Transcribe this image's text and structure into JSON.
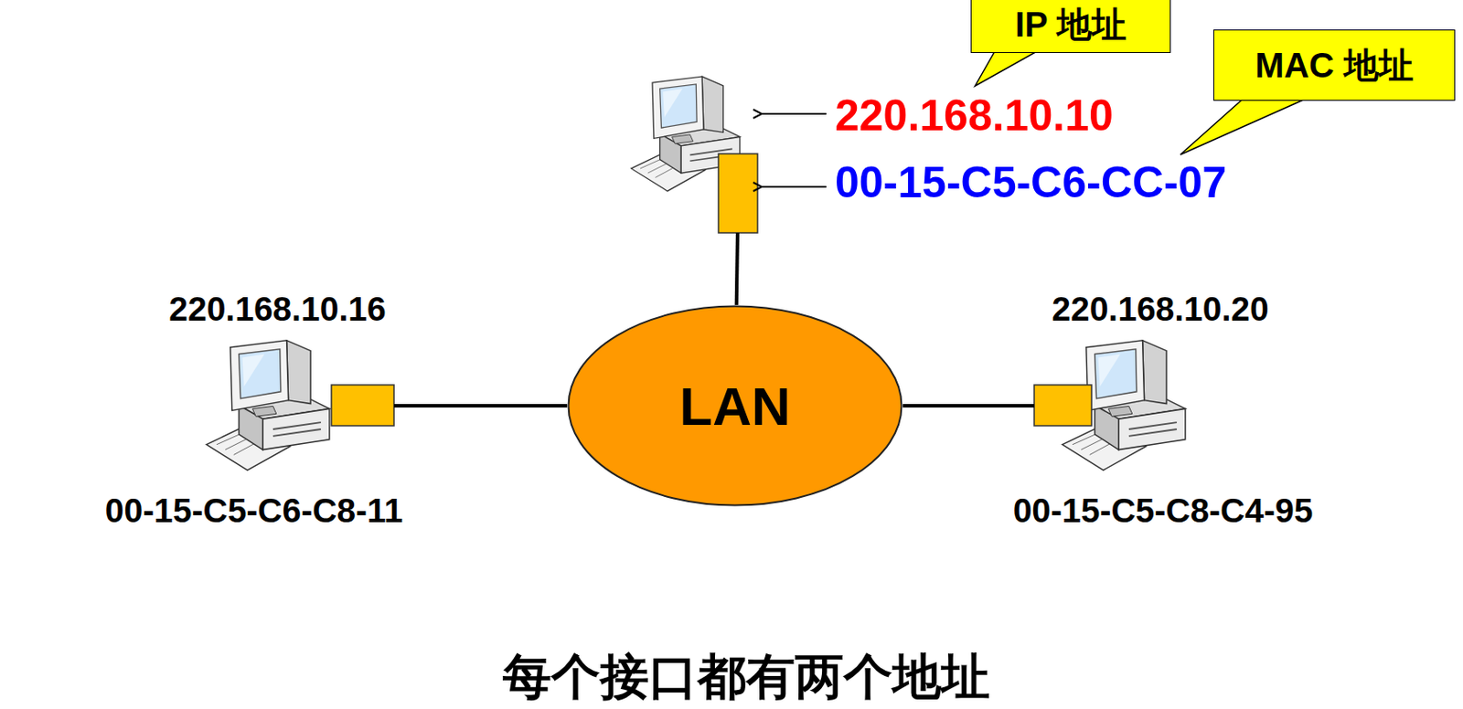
{
  "diagram": {
    "caption": "每个接口都有两个地址",
    "nodes": [
      {
        "text": [
          "IP 地址"
        ]
      },
      {
        "text": [
          "MAC 地址"
        ]
      },
      {
        "text": [
          "220.168.10.10",
          "00-15-C5-C6-CC-07"
        ]
      },
      {
        "text": [
          "220.168.10.16",
          "00-15-C5-C6-C8-11"
        ]
      },
      {
        "text": [
          "LAN"
        ]
      },
      {
        "text": [
          "220.168.10.20",
          "00-15-C5-C8-C4-95"
        ]
      }
    ],
    "edges": [
      {
        "from": 2,
        "to": 4,
        "arrow": "none"
      },
      {
        "from": 3,
        "to": 4,
        "arrow": "none"
      },
      {
        "from": 4,
        "to": 5,
        "arrow": "none"
      }
    ]
  }
}
